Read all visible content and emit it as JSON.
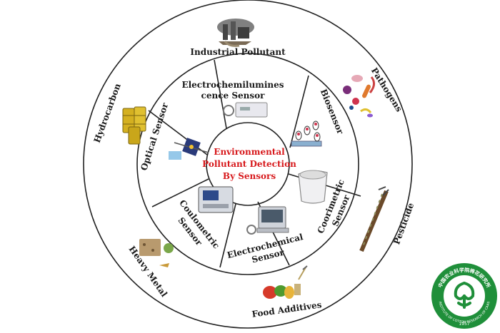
{
  "diagram": {
    "center_title_lines": [
      "Environmental",
      "Pollutant Detection",
      "By Sensors"
    ],
    "center_color": "#d7191c",
    "sensors": {
      "electrochemiluminescence": [
        "Electrochemilumines",
        "cence  Sensor"
      ],
      "biosensor": "Biosensor",
      "colorimetric": [
        "Coorimetric",
        "Sensor"
      ],
      "electrochemical": [
        "Electrochemical",
        "Sensor"
      ],
      "coulometric": [
        "Coulometric",
        "Sensor"
      ],
      "optical": "Optical Sensor"
    },
    "pollutants": {
      "industrial": "Industrial Pollutant",
      "pathogens": "Pathogens",
      "pesticide": "Pesticide",
      "food_additives": "Food Additives",
      "heavy_metal": "Heavy Metal",
      "hydrocarbon": "Hydrocarbon"
    }
  },
  "logo": {
    "arc_text_top": "中国农业科学院棉花研究所",
    "arc_text_bottom": "INSTITUTE OF COTTON RESEARCH OF CAAS",
    "year": "1957",
    "color": "#1f8f3a"
  }
}
